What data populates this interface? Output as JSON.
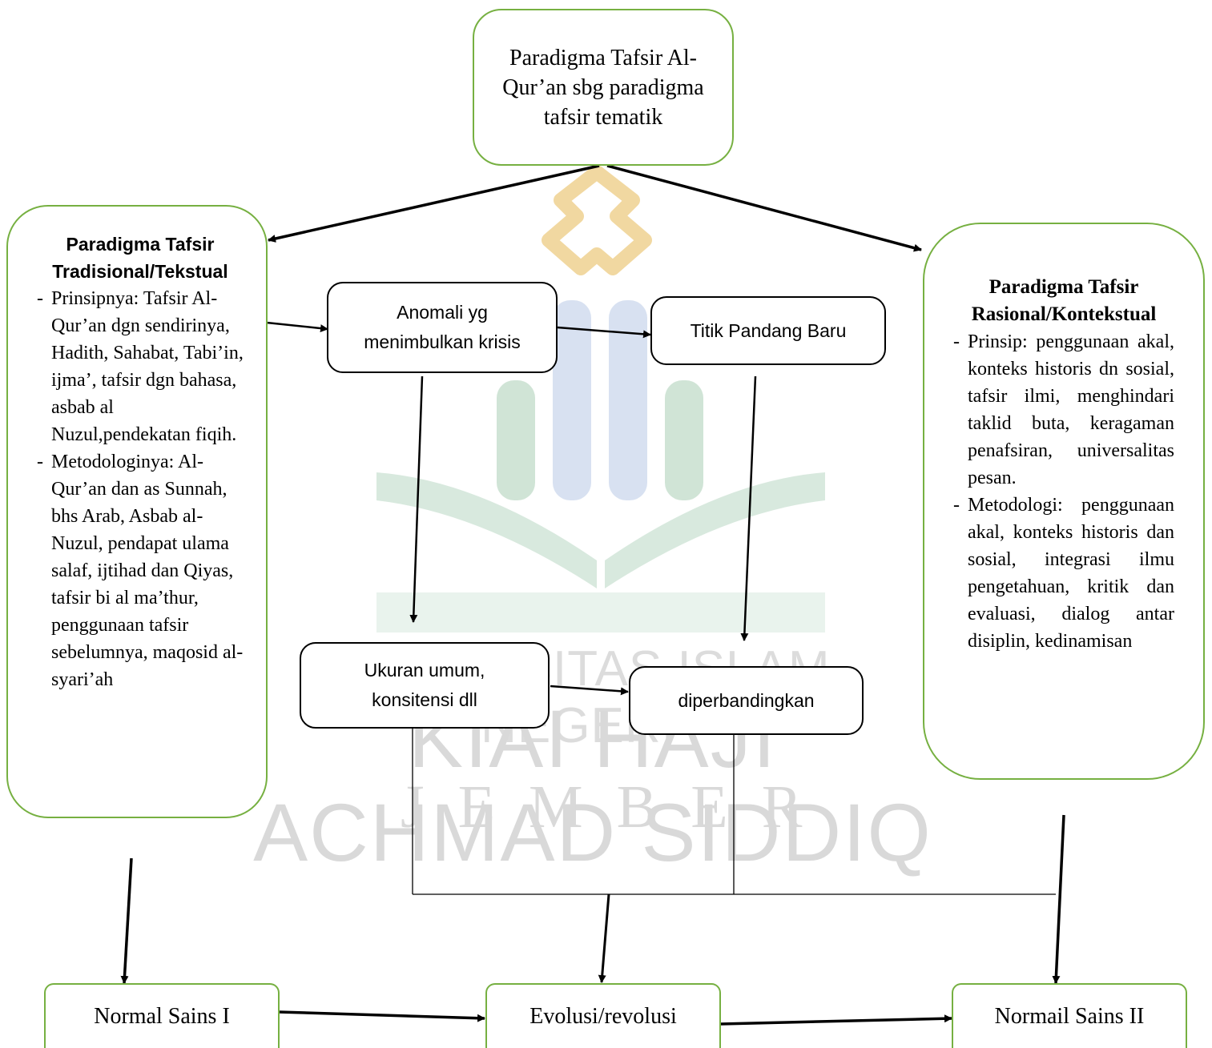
{
  "watermark": {
    "university": "UNIVERSITAS ISLAM NEGERI",
    "name": "KIAI HAJI ACHMAD SIDDIQ",
    "city": "JEMBER"
  },
  "colors": {
    "green_border": "#76b041",
    "black_border": "#000000",
    "watermark_gold": "#e6b954",
    "watermark_green": "#64a67a",
    "watermark_blue": "#7f9fd2"
  },
  "diagram": {
    "top": {
      "text": "Paradigma Tafsir Al-Qur’an sbg paradigma tafsir tematik"
    },
    "left": {
      "title": "Paradigma Tafsir Tradisional/Tekstual",
      "items": [
        "Prinsipnya: Tafsir Al-Qur’an dgn sendirinya, Hadith, Sahabat, Tabi’in, ijma’, tafsir dgn bahasa, asbab al Nuzul,pendekatan fiqih.",
        "Metodologinya: Al-Qur’an dan as Sunnah, bhs Arab, Asbab al-Nuzul, pendapat ulama salaf, ijtihad dan Qiyas, tafsir bi al ma’thur, penggunaan tafsir sebelumnya, maqosid al-syari’ah"
      ]
    },
    "right": {
      "title": "Paradigma Tafsir Rasional/Kontekstual",
      "items": [
        "Prinsip: penggunaan akal, konteks historis dn sosial, tafsir ilmi, menghindari taklid buta, keragaman penafsiran, universalitas pesan.",
        "Metodologi: penggunaan akal, konteks historis dan sosial, integrasi ilmu pengetahuan, kritik dan evaluasi, dialog antar disiplin, kedinamisan"
      ]
    },
    "anomali": "Anomali yg menimbulkan krisis",
    "titik": "Titik Pandang Baru",
    "ukuran": "Ukuran umum, konsitensi dll",
    "diperbandingkan": "diperbandingkan",
    "normal1": "Normal Sains I",
    "evolusi": "Evolusi/revolusi",
    "normal2": "Normail Sains II",
    "dash": "-"
  }
}
